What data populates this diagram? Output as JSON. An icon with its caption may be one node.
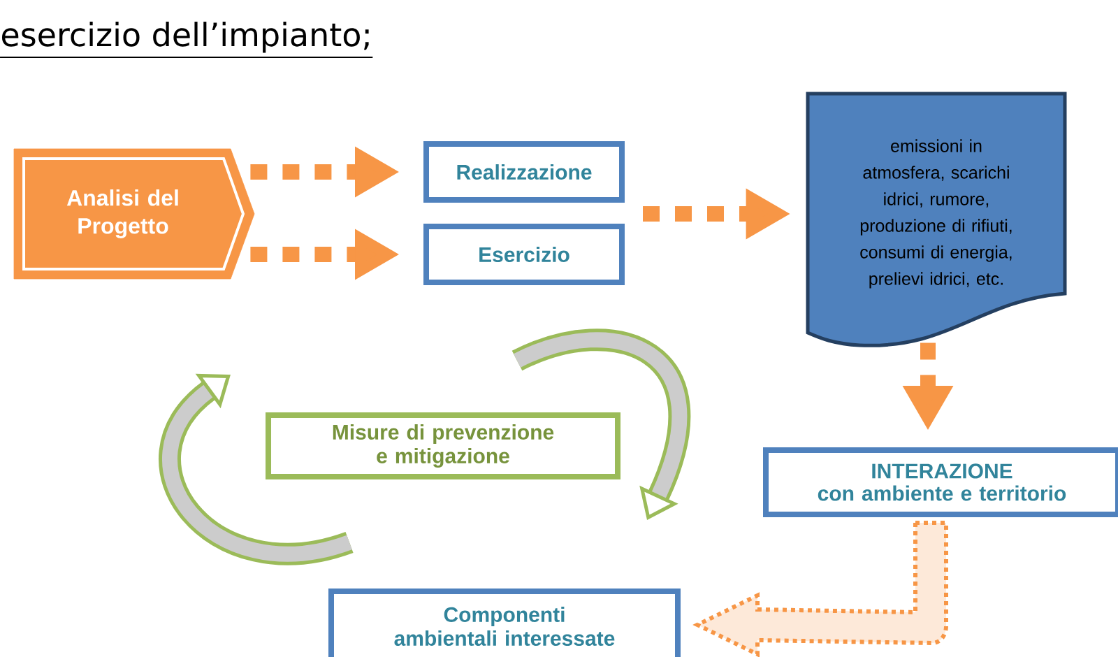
{
  "diagram": {
    "nodes": [
      {
        "text": [
          "Analisi del Progetto"
        ]
      },
      {
        "text": [
          "Realizzazione"
        ]
      },
      {
        "text": [
          "Esercizio"
        ]
      },
      {
        "text": [
          "emissioni in atmosfera, scarichi idrici, rumore, produzione di rifiuti, consumi di energia, prelievi idrici, etc."
        ]
      },
      {
        "text": [
          "Misure di prevenzione e mitigazione"
        ]
      },
      {
        "text": [
          "INTERAZIONE",
          "con ambiente e territorio"
        ]
      },
      {
        "text": [
          "Componenti ambientali interessate"
        ]
      }
    ],
    "edges": [
      {
        "from": 0,
        "to": 1,
        "arrow": "to",
        "style": "dashed"
      },
      {
        "from": 0,
        "to": 2,
        "arrow": "to",
        "style": "dashed"
      },
      {
        "from": null,
        "to": 3,
        "arrow": "to",
        "style": "dashed"
      },
      {
        "from": 3,
        "to": 5,
        "arrow": "to",
        "style": "dashed"
      },
      {
        "from": 5,
        "to": 6,
        "arrow": "to",
        "style": "thick"
      }
    ],
    "labels": [
      "esercizio dell’impianto;"
    ]
  }
}
